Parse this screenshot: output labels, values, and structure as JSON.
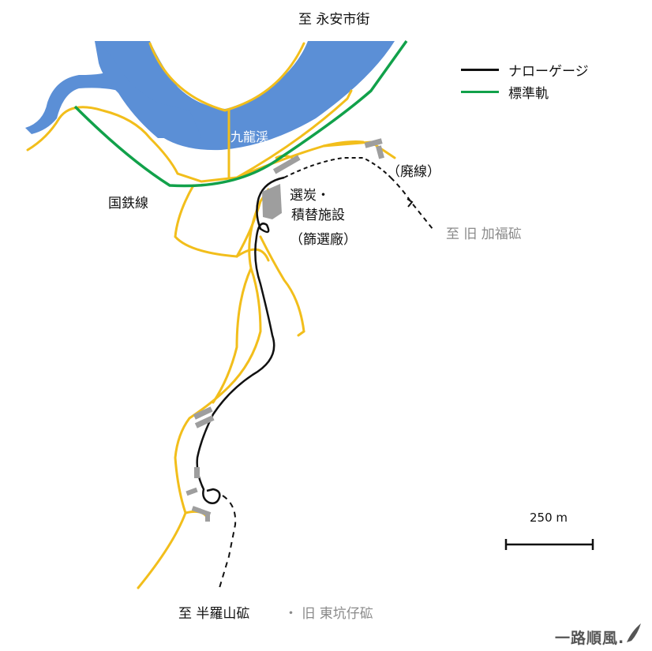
{
  "labels": {
    "north_dest": "至 永安市街",
    "river": "九龍渓",
    "railway": "国鉄線",
    "abandoned": "（廃線）",
    "facility_1": "選炭・",
    "facility_2": "積替施設",
    "facility_3": "（篩選廠）",
    "jiafu_dest": "至 旧 加福砿",
    "south_dest": "至 半羅山砿",
    "dongkeng": "・ 旧 東坑仔砿"
  },
  "legend": {
    "narrow_gauge": "ナローゲージ",
    "standard_gauge": "標準軌"
  },
  "scale": {
    "label": "250 m"
  },
  "brand": "一路順風.",
  "colors": {
    "river": "#5b8fd6",
    "road": "#f2be1b",
    "standard_gauge": "#11a14a",
    "narrow_gauge": "#111111",
    "building": "#9e9e9e"
  },
  "icons": {
    "brand_mark": "feather-pen-icon"
  }
}
